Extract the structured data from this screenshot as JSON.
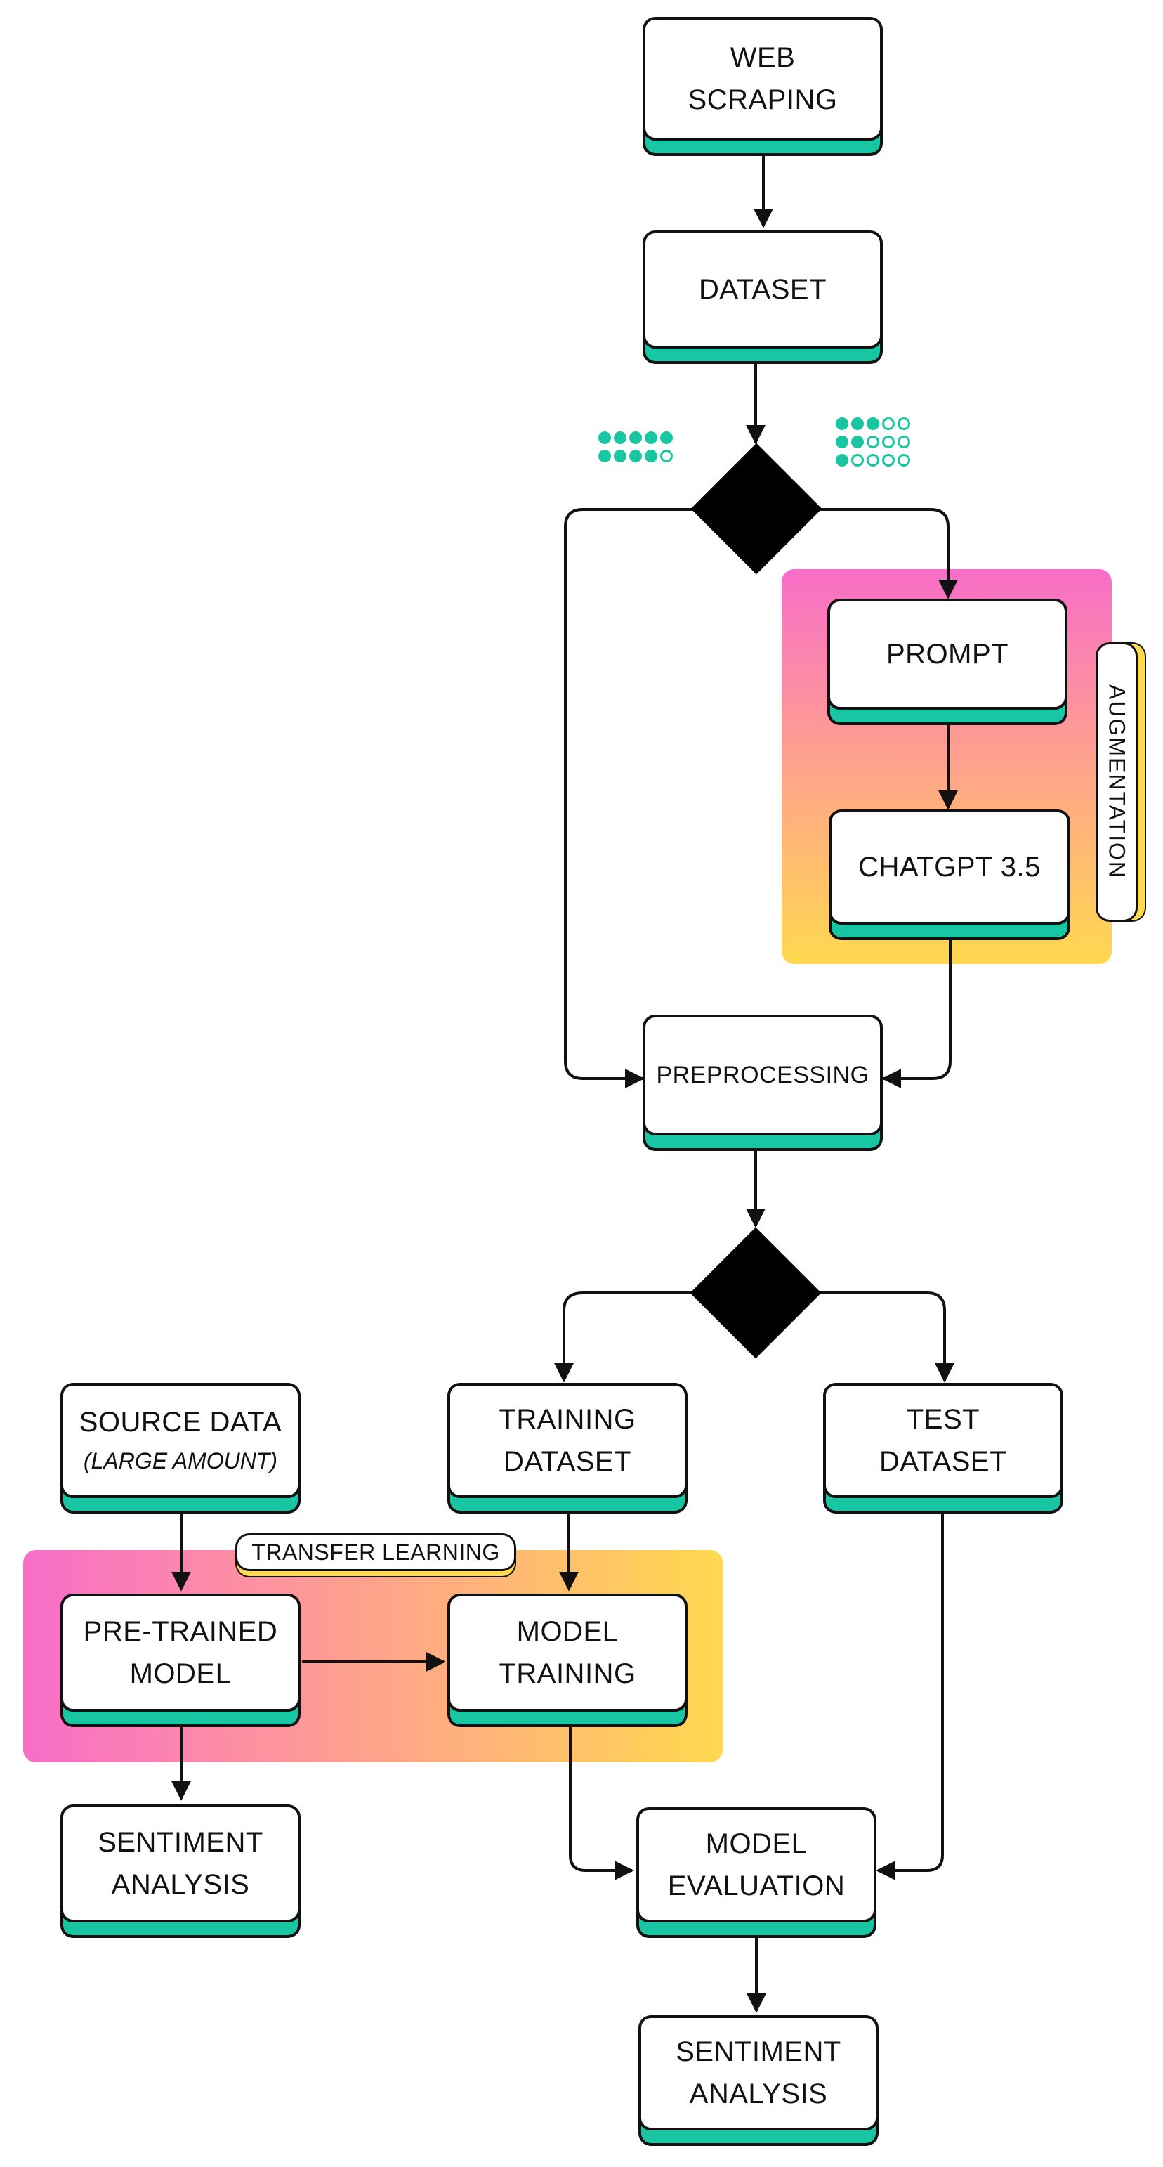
{
  "nodes": {
    "web_scraping": {
      "line1": "WEB",
      "line2": "SCRAPING"
    },
    "dataset": {
      "label": "DATASET"
    },
    "prompt": {
      "label": "PROMPT"
    },
    "chatgpt": {
      "label": "CHATGPT 3.5"
    },
    "preprocessing": {
      "label": "PREPROCESSING"
    },
    "source_data": {
      "label": "SOURCE DATA",
      "sub": "(LARGE AMOUNT)"
    },
    "training_dataset": {
      "line1": "TRAINING",
      "line2": "DATASET"
    },
    "test_dataset": {
      "line1": "TEST",
      "line2": "DATASET"
    },
    "pretrained_model": {
      "line1": "PRE-TRAINED",
      "line2": "MODEL"
    },
    "model_training": {
      "line1": "MODEL",
      "line2": "TRAINING"
    },
    "sentiment_left": {
      "line1": "SENTIMENT",
      "line2": "ANALYSIS"
    },
    "model_evaluation": {
      "line1": "MODEL",
      "line2": "EVALUATION"
    },
    "sentiment_bottom": {
      "line1": "SENTIMENT",
      "line2": "ANALYSIS"
    }
  },
  "tags": {
    "augmentation": "AUGMENTATION",
    "transfer_learning": "TRANSFER LEARNING"
  },
  "indicators": {
    "left": [
      [
        1,
        1,
        1,
        1,
        1
      ],
      [
        1,
        1,
        1,
        1,
        0
      ]
    ],
    "right": [
      [
        1,
        1,
        1,
        0,
        0
      ],
      [
        1,
        1,
        0,
        0,
        0
      ],
      [
        1,
        0,
        0,
        0,
        0
      ]
    ]
  },
  "colors": {
    "accent": "#19c6a3",
    "outline": "#111111",
    "gradient_pink": "#f86dc8",
    "gradient_peach": "#ffa38c",
    "gradient_yellow": "#ffd94f",
    "decision": "#000000"
  }
}
